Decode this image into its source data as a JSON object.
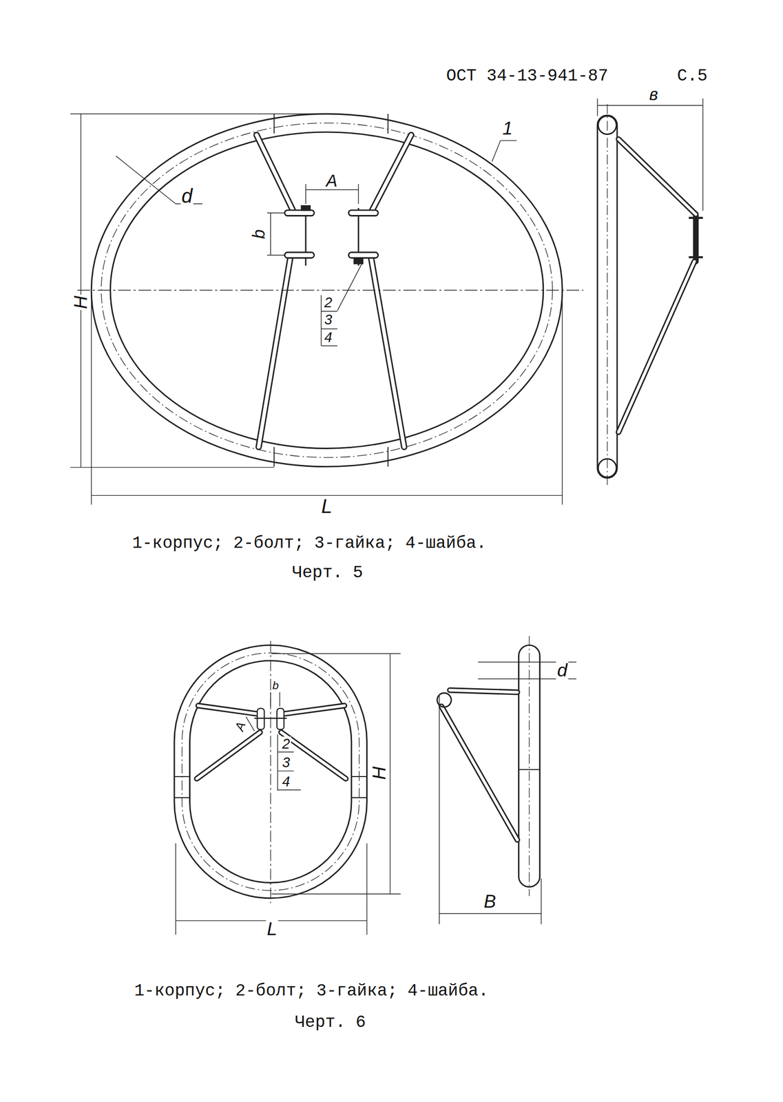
{
  "diagram": {
    "labels": [
      "ОСТ 34-13-941-87",
      "С.5",
      "1",
      "d",
      "A",
      "b",
      "H",
      "2",
      "3",
      "4",
      "L",
      "в",
      "1-корпус; 2-болт; 3-гайка; 4-шайба.",
      "Черт. 5",
      "d",
      "b",
      "A",
      "2",
      "3",
      "4",
      "H",
      "L",
      "B",
      "1-корпус; 2-болт; 3-гайка; 4-шайба.",
      "Черт. 6"
    ]
  }
}
